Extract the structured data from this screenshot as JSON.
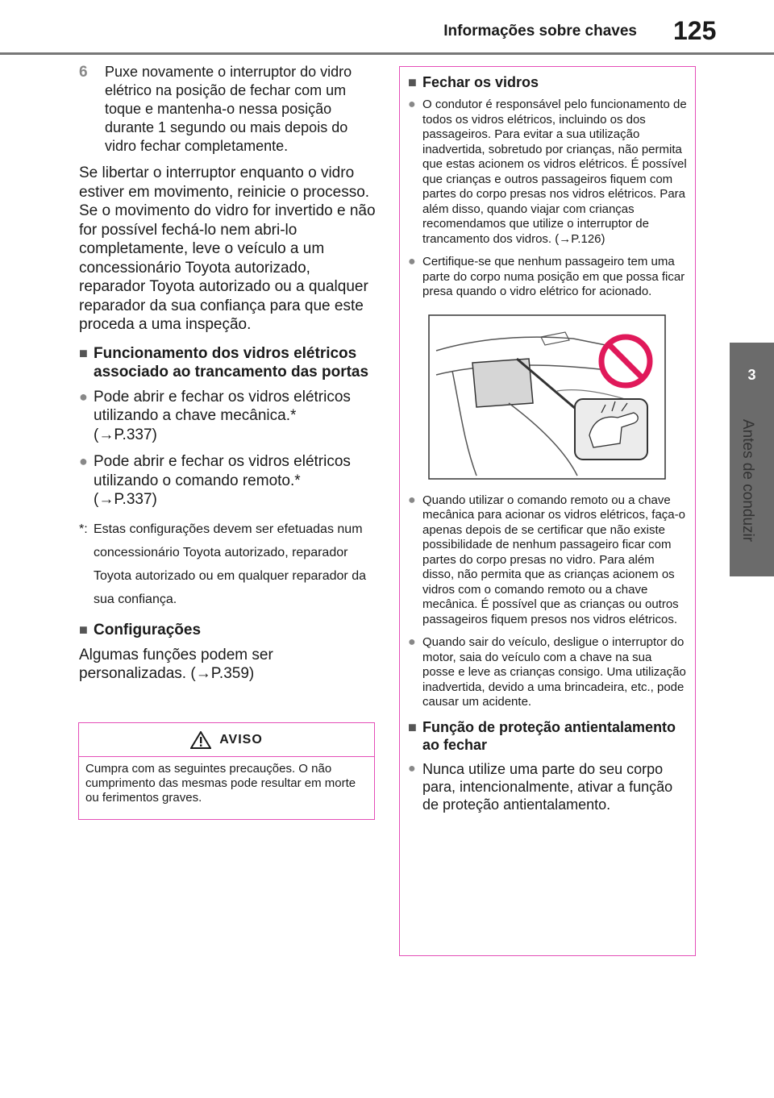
{
  "header": {
    "title": "Informações sobre chaves",
    "page_number": "125"
  },
  "side_tab": {
    "number": "3",
    "label": "Antes de conduzir"
  },
  "left": {
    "step6_num": "6",
    "step6_text": "Puxe novamente o interruptor do vidro elétrico na posição de fechar com um toque e mantenha-o nessa posição durante 1 segundo ou mais depois do vidro fechar completamente.",
    "para1": "Se libertar o interruptor enquanto o vidro estiver em movimento, reinicie o processo.",
    "para2": "Se o movimento do vidro for invertido e não for possível fechá-lo nem abri-lo completamente, leve o veículo a um concessionário Toyota autorizado, reparador Toyota autorizado ou a qualquer reparador da sua confiança para que este proceda a uma inspeção.",
    "heading1": "Funcionamento dos vidros elétricos associado ao trancamento das portas",
    "bullet1": "Pode abrir e fechar os vidros elétricos utilizando a chave mecânica.*",
    "bullet1_ref": "(→P.337)",
    "bullet2": "Pode abrir e fechar os vidros elétricos utilizando o comando remoto.*",
    "bullet2_ref": "(→P.337)",
    "footnote_mark": "*:",
    "footnote": "Estas configurações devem ser efetuadas num concessionário Toyota autorizado, reparador Toyota autorizado ou em qualquer reparador da sua confiança.",
    "heading2": "Configurações",
    "para3": "Algumas funções podem ser personalizadas. (→P.359)"
  },
  "warning": {
    "title": "AVISO",
    "text": "Cumpra com as seguintes precauções. O não cumprimento das mesmas pode resultar em morte ou ferimentos graves."
  },
  "right": {
    "heading1": "Fechar os vidros",
    "b1": "O condutor é responsável pelo funcionamento de todos os vidros elétricos, incluindo os dos passageiros. Para evitar a sua utilização inadvertida, sobretudo por crianças, não permita que estas acionem os vidros elétricos. É possível que crianças e outros passageiros fiquem com partes do corpo presas nos vidros elétricos. Para além disso, quando viajar com crianças recomendamos que utilize o interruptor de trancamento dos vidros. (→P.126)",
    "b2": "Certifique-se que nenhum passageiro tem uma parte do corpo numa posição em que possa ficar presa quando o vidro elétrico for acionado.",
    "b3": "Quando utilizar o comando remoto ou a chave mecânica para acionar os vidros elétricos, faça-o apenas depois de se certificar que não existe possibilidade de nenhum passageiro ficar com partes do corpo presas no vidro. Para além disso, não permita que as crianças acionem os vidros com o comando remoto ou a chave mecânica. É possível que as crianças ou outros passageiros fiquem presos nos vidros elétricos.",
    "b4": "Quando sair do veículo, desligue o interruptor do motor, saia do veículo com a chave na sua posse e leve as crianças consigo. Uma utilização inadvertida, devido a uma brincadeira, etc., pode causar um acidente.",
    "heading2": "Função de proteção antientalamento ao fechar",
    "b5": "Nunca utilize uma parte do seu corpo para, intencionalmente, ativar a função de proteção antientalamento."
  },
  "colors": {
    "accent_pink": "#e44fb8",
    "tab_gray": "#6b6b6b",
    "prohibit_red": "#e0195a"
  }
}
